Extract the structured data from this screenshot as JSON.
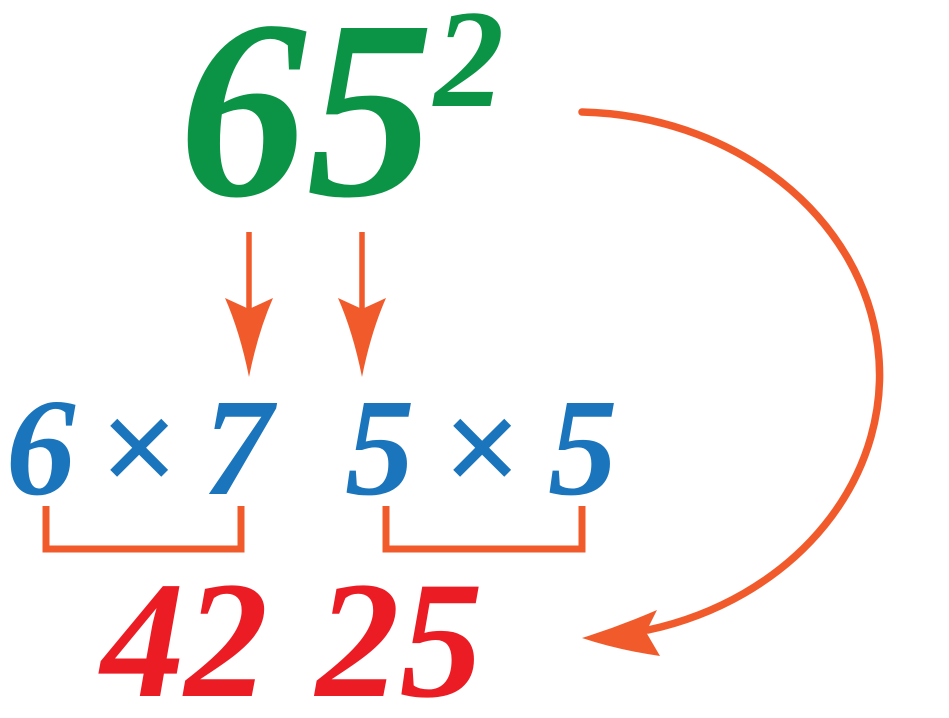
{
  "colors": {
    "green": "#0B9446",
    "blue": "#1B75BC",
    "red": "#EC1C24",
    "orange": "#F15B2B",
    "background": "#FFFFFF"
  },
  "expression": {
    "base": "65",
    "exponent": "2"
  },
  "products": {
    "tens": {
      "factor1": "6",
      "operator": "×",
      "factor2": "7"
    },
    "ones": {
      "factor1": "5",
      "operator": "×",
      "factor2": "5"
    }
  },
  "result": {
    "tens_part": "42",
    "ones_part": "25"
  },
  "icons": {
    "down_arrow": "↓",
    "bracket": "⎵",
    "curved_arrow": "⤵"
  }
}
